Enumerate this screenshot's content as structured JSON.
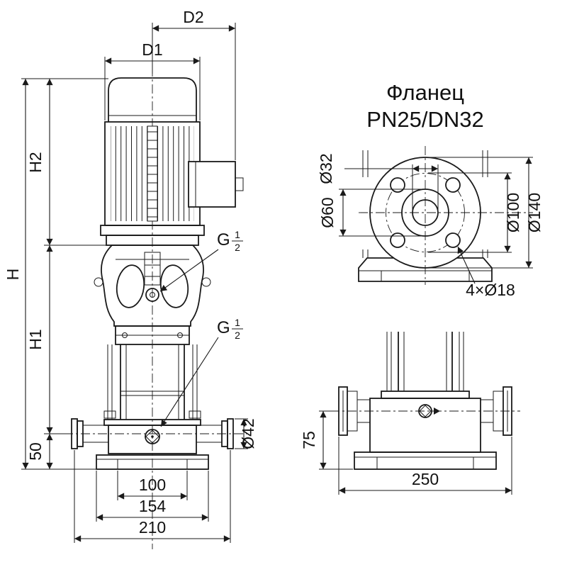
{
  "colors": {
    "line": "#1a1a1a",
    "background": "#ffffff"
  },
  "flange_title": {
    "line1": "Фланец",
    "line2": "PN25/DN32"
  },
  "front_dims": {
    "d2": "D2",
    "d1": "D1",
    "h2": "H2",
    "h": "H",
    "h1": "H1",
    "base_height": "50",
    "port_diameter": "Ø42",
    "bolt_span": "100",
    "foot_span": "154",
    "base_width": "210"
  },
  "flange_dims": {
    "bore": "Ø32",
    "hub": "Ø60",
    "bolt_circle": "Ø100",
    "outer": "Ø140",
    "holes": "4×Ø18"
  },
  "side_dims": {
    "port_center_height": "75",
    "overall_length": "250"
  },
  "thread": {
    "letter": "G",
    "numerator": "1",
    "denominator": "2"
  }
}
